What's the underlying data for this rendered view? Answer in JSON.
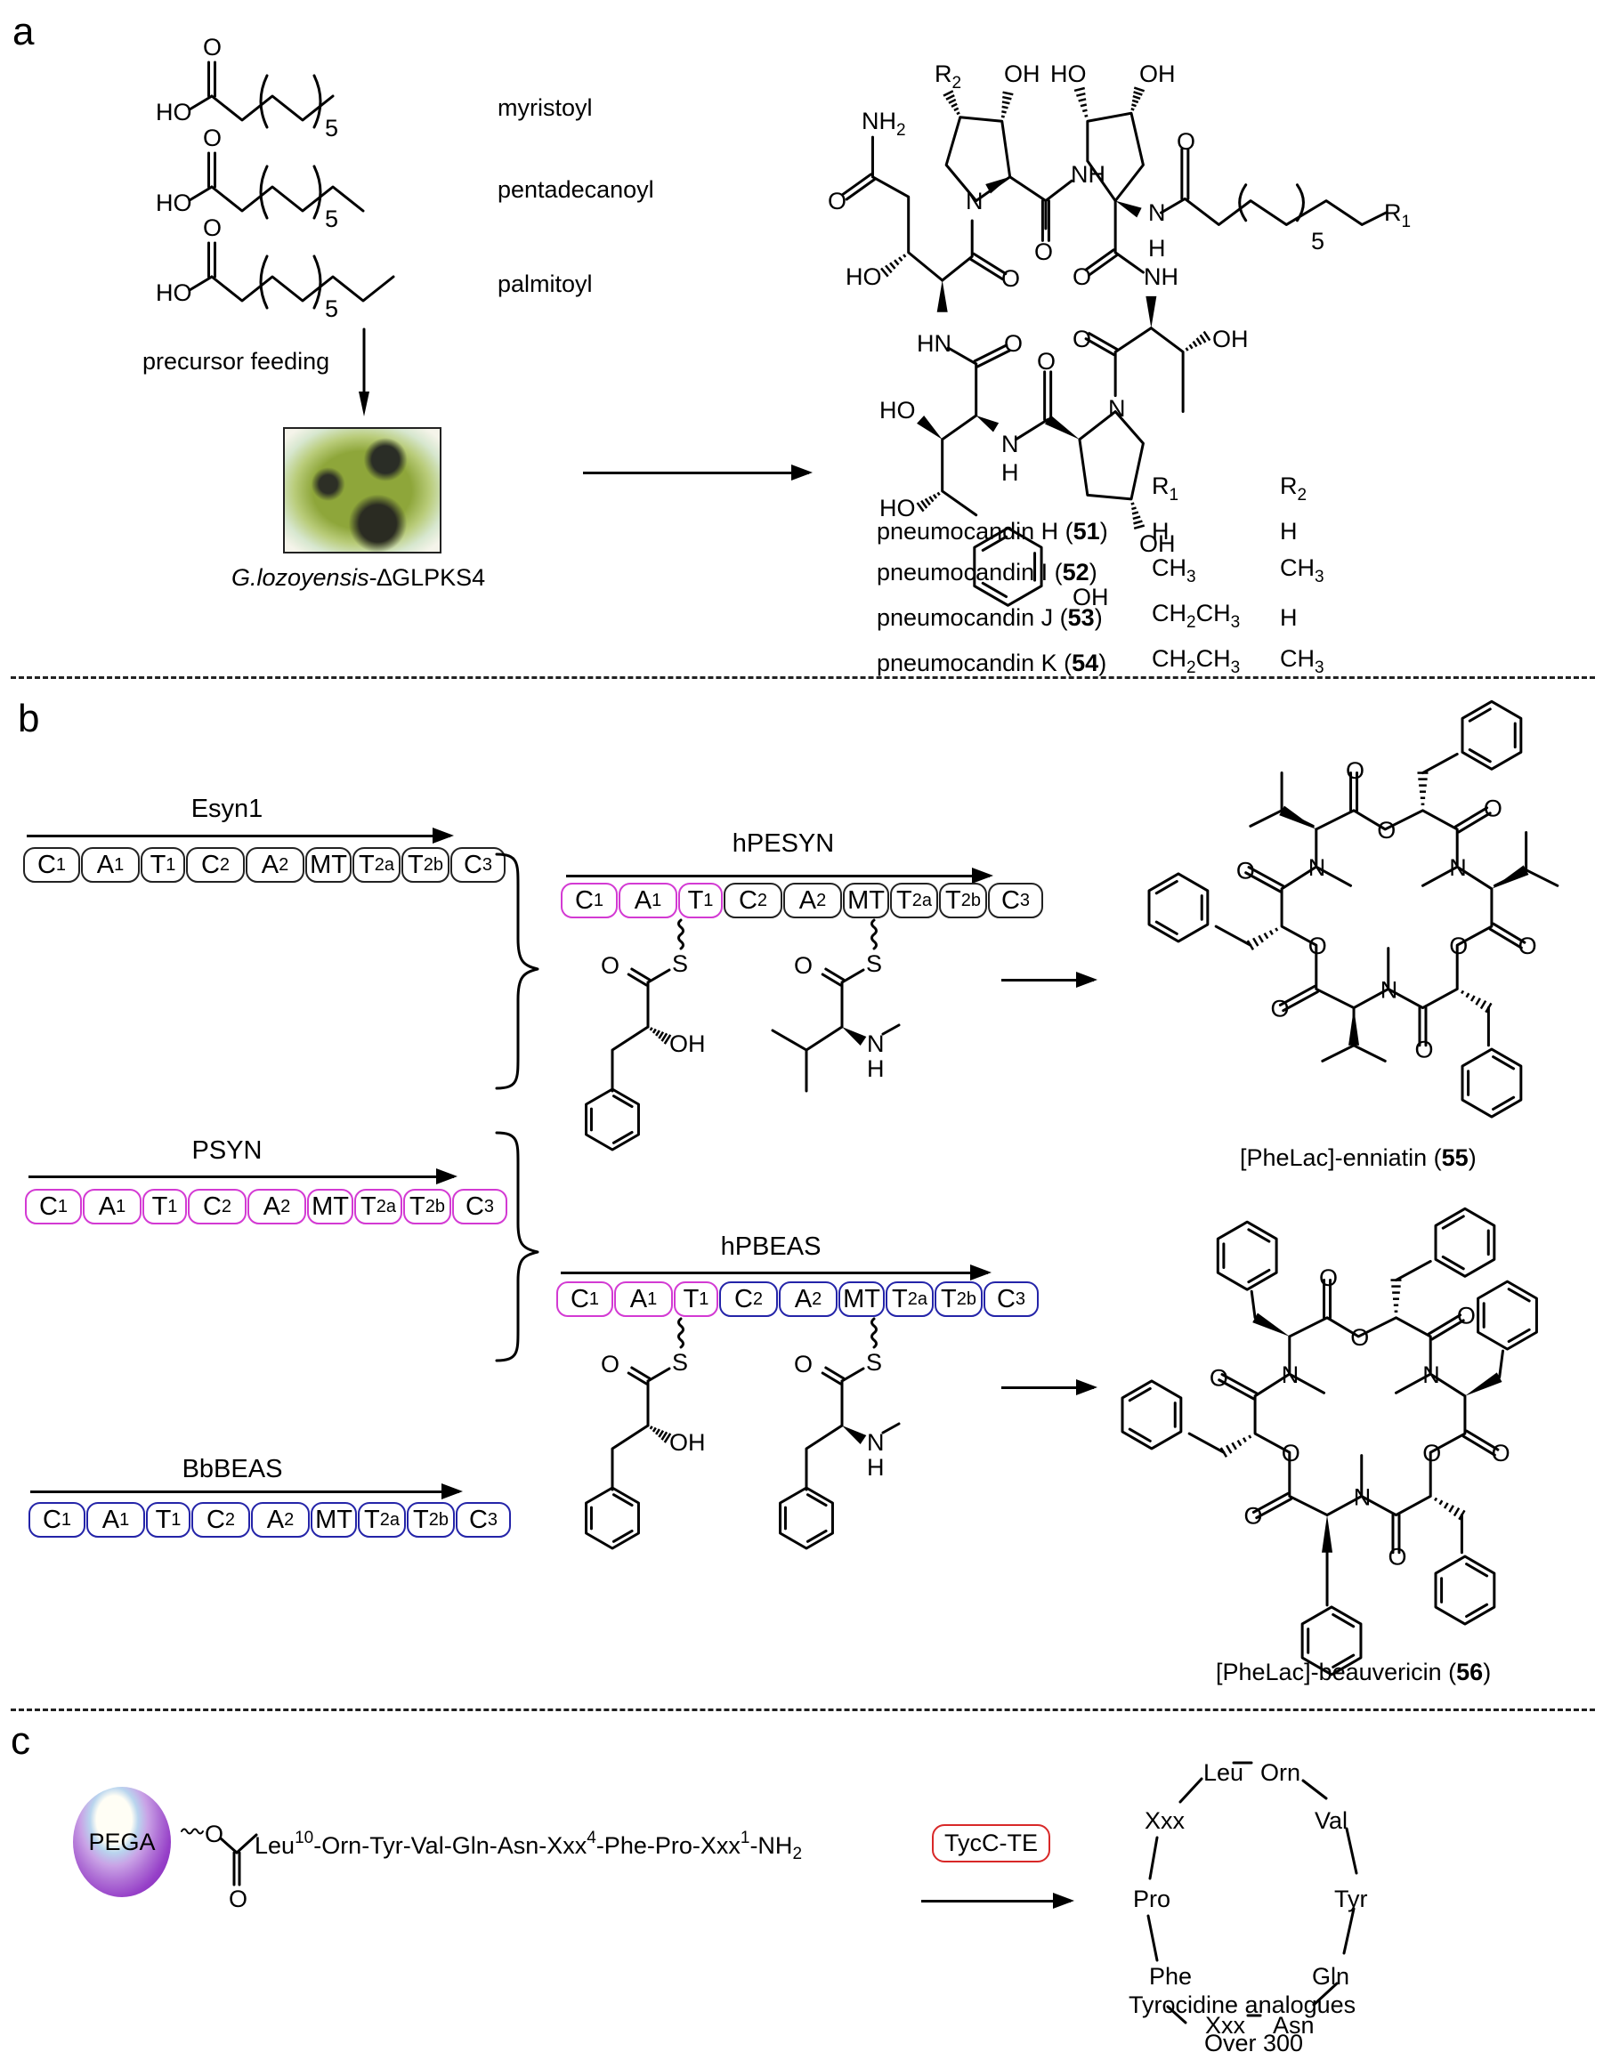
{
  "panels": {
    "a": {
      "label": "a",
      "precursors": [
        {
          "name": "myristoyl",
          "repeat": "5",
          "atom_o": "O",
          "atom_ho": "HO"
        },
        {
          "name": "pentadecanoyl",
          "repeat": "5",
          "atom_o": "O",
          "atom_ho": "HO"
        },
        {
          "name": "palmitoyl",
          "repeat": "5",
          "atom_o": "O",
          "atom_ho": "HO"
        }
      ],
      "feeding_label": "precursor feeding",
      "strain_italic": "G.lozoyensis",
      "strain_suffix": "-∆GLPKS4",
      "product_structure": {
        "atoms": {
          "r2": "R",
          "r2_sub": "2",
          "r1": "R",
          "r1_sub": "1",
          "nh2": "NH",
          "nh2_sub": "2",
          "oh": "OH",
          "ho": "HO",
          "o": "O",
          "n": "N",
          "nh": "NH",
          "hn": "HN",
          "h": "H",
          "repeat": "5"
        }
      },
      "table": {
        "header": [
          "",
          "R1",
          "R2"
        ],
        "rows": [
          {
            "name": "pneumocandin H",
            "num": "51",
            "r1": "H",
            "r2": "H"
          },
          {
            "name": "pneumocandin I",
            "num": "52",
            "r1": "CH3",
            "r2": "CH3"
          },
          {
            "name": "pneumocandin J",
            "num": "53",
            "r1": "CH2CH3",
            "r2": "H"
          },
          {
            "name": "pneumocandin K",
            "num": "54",
            "r1": "CH2CH3",
            "r2": "CH3"
          }
        ]
      }
    },
    "b": {
      "label": "b",
      "colors": {
        "psyn": "#d33ad3",
        "beas": "#2424a8",
        "esyn": "#222222"
      },
      "domains": [
        "C1",
        "A1",
        "T1",
        "C2",
        "A2",
        "MT",
        "T2a",
        "T2b",
        "C3"
      ],
      "genes": {
        "esyn1": "Esyn1",
        "psyn": "PSYN",
        "bbbeas": "BbBEAS",
        "hpesyn": "hPESYN",
        "hpbeas": "hPBEAS"
      },
      "intermediate_atoms": {
        "o": "O",
        "s": "S",
        "oh": "OH",
        "n": "N",
        "h": "H"
      },
      "products": [
        {
          "name": "[PheLac]-enniatin",
          "num": "55"
        },
        {
          "name": "[PheLac]-beauvericin",
          "num": "56"
        }
      ]
    },
    "c": {
      "label": "c",
      "bead_label": "PEGA",
      "linker_o": "O",
      "carbonyl_o": "O",
      "sequence": {
        "lead": "Leu",
        "lead_sup": "10",
        "mid": "-Orn-Tyr-Val-Gln-Asn-Xxx",
        "mid_sup": "4",
        "tail": "-Phe-Pro-Xxx",
        "tail_sup": "1",
        "end": "-NH",
        "end_sub": "2"
      },
      "enzyme_label": "TycC-TE",
      "ring": [
        "Leu",
        "Orn",
        "Val",
        "Tyr",
        "Gln",
        "Asn",
        "Xxx",
        "Phe",
        "Pro",
        "Xxx"
      ],
      "caption": "Tyrocidine analogues",
      "caption2": "Over 300"
    }
  }
}
